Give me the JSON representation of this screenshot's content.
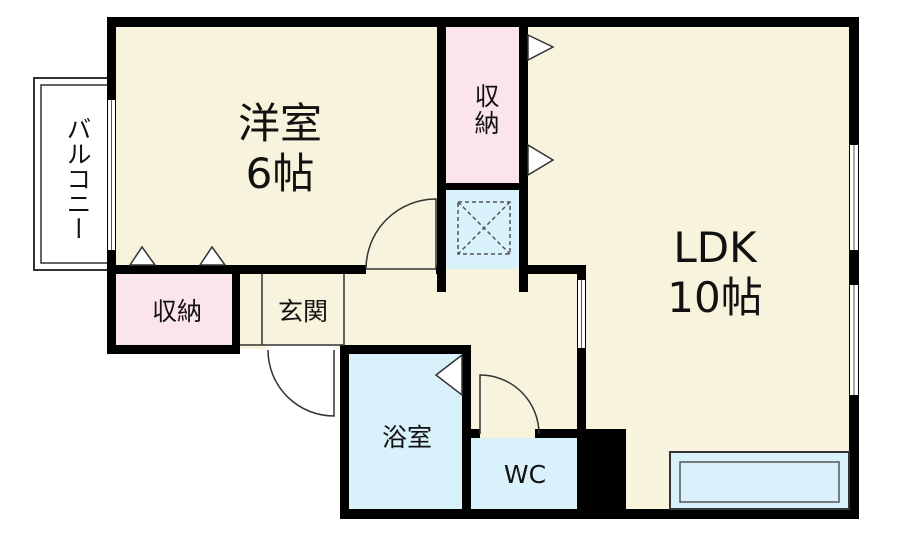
{
  "plan": {
    "colors": {
      "wall": "#000000",
      "western_room": "#f7f3dc",
      "storage": "#fbe4ec",
      "bath": "#d8f1fb",
      "entrance": "#f7f3dc",
      "ldk": "#f7f3dc",
      "balcony": "#ffffff"
    },
    "rooms": {
      "western": {
        "name": "洋室",
        "size": "6帖"
      },
      "storage_top": {
        "name": "収納"
      },
      "storage_left": {
        "name": "収納"
      },
      "entrance": {
        "name": "玄関"
      },
      "bath": {
        "name": "浴室"
      },
      "wc": {
        "name": "WC"
      },
      "ldk": {
        "name": "LDK",
        "size": "10帖"
      },
      "balcony": {
        "name": "バルコニー"
      }
    },
    "icons": [
      "door-swing-icon",
      "closet-door-icon",
      "pipe-shaft-icon",
      "window-icon",
      "kitchen-counter-icon",
      "fridge-space-icon"
    ]
  }
}
